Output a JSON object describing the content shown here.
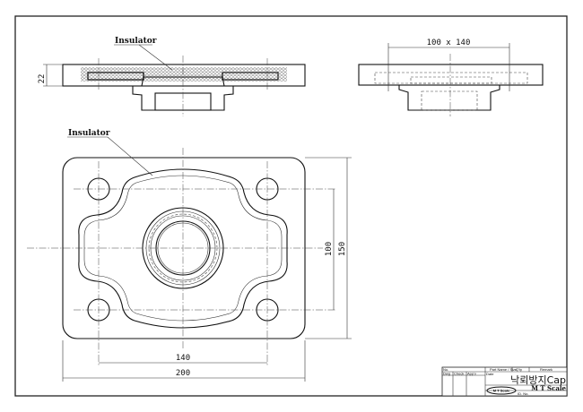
{
  "drawing": {
    "labels": {
      "insulator_section": "Insulator",
      "insulator_plan": "Insulator"
    },
    "dimensions": {
      "thickness": "22",
      "side_view": "100 x 140",
      "hole_spacing_y": "100",
      "overall_y": "150",
      "hole_spacing_x": "140",
      "overall_x": "200"
    }
  },
  "title_block": {
    "no": "No.",
    "part_name": "Part Name / Size",
    "qty": "Q'ty",
    "remark": "Remark",
    "dwg": "Dwg",
    "check": "Check",
    "appv": "App'v",
    "date": "Date",
    "title": "낙뢰방지Cap",
    "scale": "M T Scale",
    "logo": "M T Scale",
    "id_no": "ID. No."
  }
}
